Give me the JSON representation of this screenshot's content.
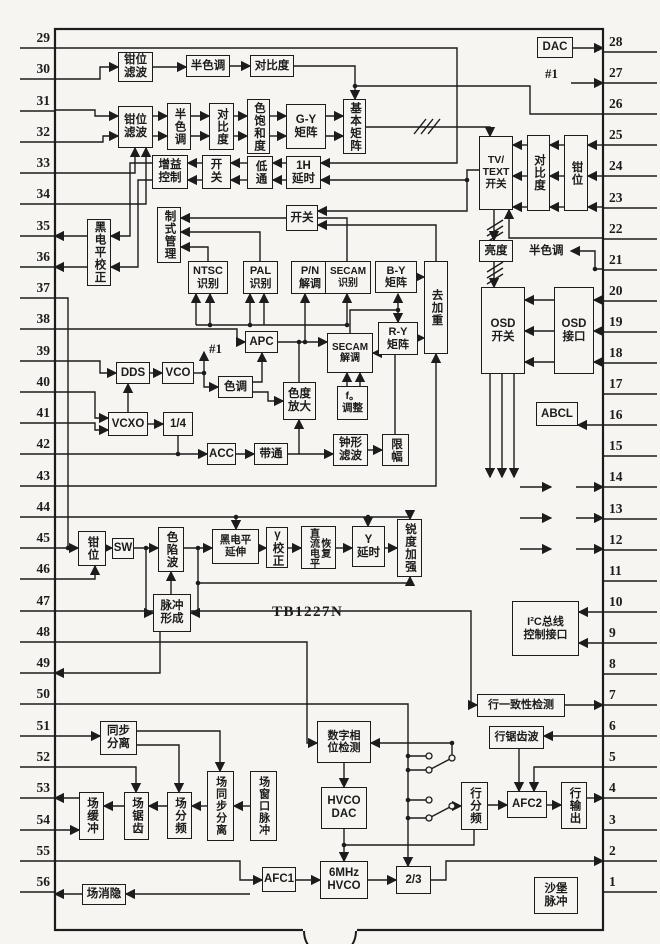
{
  "diagram": {
    "chip_label": "TB1227N",
    "colors": {
      "ink": "#1c1c1c",
      "paper": "#f6f5f1"
    },
    "pins": {
      "left": [
        "29",
        "30",
        "31",
        "32",
        "33",
        "34",
        "35",
        "36",
        "37",
        "38",
        "39",
        "40",
        "41",
        "42",
        "43",
        "44",
        "45",
        "46",
        "47",
        "48",
        "49",
        "50",
        "51",
        "52",
        "53",
        "54",
        "55",
        "56"
      ],
      "right": [
        "28",
        "27",
        "26",
        "25",
        "24",
        "23",
        "22",
        "21",
        "20",
        "19",
        "18",
        "17",
        "16",
        "15",
        "14",
        "13",
        "12",
        "11",
        "10",
        "9",
        "8",
        "7",
        "6",
        "5",
        "4",
        "3",
        "2",
        "1"
      ]
    },
    "annotations": {
      "ref_top": "#1",
      "ref_vco": "#1",
      "halftone_note": "半色调"
    },
    "blocks": {
      "dac": "DAC",
      "clamp_filter_1": "钳位\n滤波",
      "halftone_1": "半色调",
      "contrast_1": "对比度",
      "clamp_filter_2": "钳位\n滤波",
      "halftone_2": "半色调",
      "contrast_2": "对比度",
      "saturation": "色饱和度",
      "gy_matrix": "G-Y\n矩阵",
      "basic_matrix": "基本矩阵",
      "gain_control": "增益\n控制",
      "switch_1": "开\n关",
      "lowpass": "低通",
      "delay_1h": "1H\n延时",
      "switch_2": "开关",
      "black_level_correct": "黑电平校正",
      "standard_mgmt": "制式管理",
      "ntsc_detect": "NTSC\n识别",
      "pal_detect": "PAL\n识别",
      "pn_demod": "P/N\n解调",
      "secam_detect": "SECAM\n识别",
      "by_matrix": "B-Y\n矩阵",
      "deemphasis": "去加重",
      "ry_matrix": "R-Y\n矩阵",
      "secam_demod": "SECAM\n解调",
      "apc": "APC",
      "dds": "DDS",
      "vco": "VCO",
      "hue": "色调",
      "chroma_amp": "色度\n放大",
      "fo_adjust": "f。\n调整",
      "vcxo": "VCXO",
      "quarter": "1/4",
      "acc": "ACC",
      "bandpass": "带通",
      "bell_filter": "钟形\n滤波",
      "limiter": "限幅",
      "clamp_left": "钳位",
      "sw": "SW",
      "chroma_trap": "色陷波",
      "black_stretch": "黑电平\n延伸",
      "gamma": "γ校正",
      "dc_restore": "直流电平恢复",
      "y_delay": "Y\n延时",
      "sharpness": "锐度加强",
      "pulse_form": "脉冲\n形成",
      "sync_sep": "同步\n分离",
      "field_buffer": "场缓冲",
      "field_sawtooth": "场锯齿",
      "field_divider": "场分频",
      "field_sync_sep": "场同步分离",
      "field_window": "场窗口脉冲",
      "digital_phase": "数字相\n位检测",
      "hvco_dac": "HVCO\nDAC",
      "hvco_6mhz": "6MHz\nHVCO",
      "two_thirds": "2/3",
      "afc1": "AFC1",
      "afc2": "AFC2",
      "line_divider": "行分频",
      "line_output": "行输出",
      "sandcastle": "沙堡\n脉冲",
      "field_blanking": "场消隐",
      "tvtext_switch": "TV/\nTEXT\n开关",
      "contrast_right": "对比度",
      "clamp_right": "钳位",
      "brightness": "亮度",
      "osd_switch": "OSD\n开关",
      "osd_interface": "OSD\n接口",
      "abcl": "ABCL",
      "i2c": "I²C总线\n控制接口",
      "line_coincidence": "行一致性检测",
      "line_sawtooth": "行锯齿波"
    }
  }
}
